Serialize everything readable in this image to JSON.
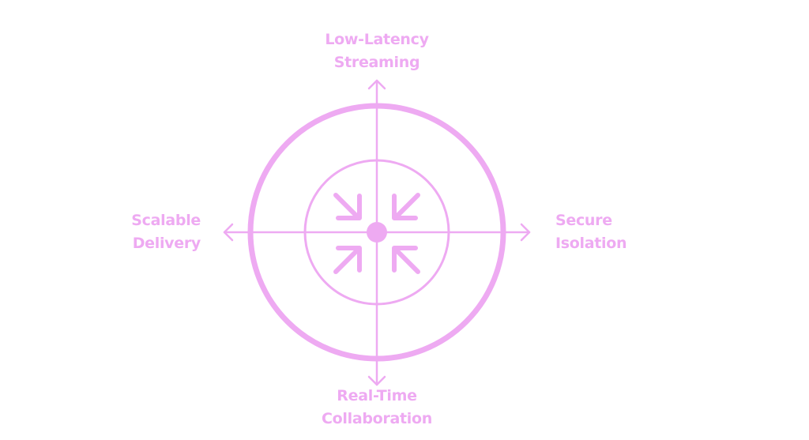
{
  "diagram": {
    "title": "",
    "accent_color": "#eeaaf2",
    "background_color": "#ffffff",
    "axes": {
      "top": {
        "lines": [
          "Low-Latency",
          "Streaming"
        ],
        "direction": "up"
      },
      "bottom": {
        "lines": [
          "Real-Time",
          "Collaboration"
        ],
        "direction": "down"
      },
      "left": {
        "lines": [
          "Scalable",
          "Delivery"
        ],
        "direction": "left"
      },
      "right": {
        "lines": [
          "Secure",
          "Isolation"
        ],
        "direction": "right"
      }
    },
    "center_icon": "converging-arrows-icon",
    "rings": [
      "outer-ring",
      "inner-ring"
    ]
  }
}
